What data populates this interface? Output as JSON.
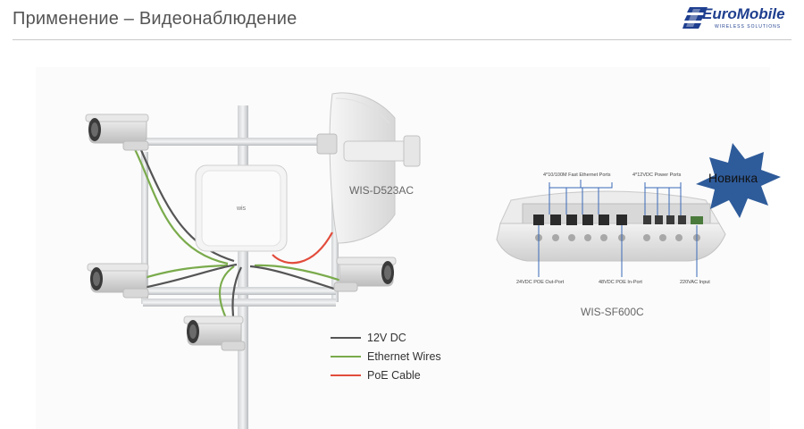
{
  "header": {
    "title": "Применение – Видеонаблюдение",
    "logo_text": "EuroMobile",
    "logo_sub": "WIRELESS SOLUTIONS"
  },
  "devices": {
    "antenna_label": "WIS-D523AC",
    "switch_label": "WIS-SF600C",
    "new_badge": "Новинка",
    "switch_logo": "wis"
  },
  "ports": {
    "fast_ethernet": "4*10/100M Fast Ethernet Ports",
    "power_ports": "4*12VDC Power Ports",
    "poe_out": "24VDC POE Out-Port",
    "poe_in": "48VDC POE In-Port",
    "ac_input": "220VAC Input"
  },
  "legend": {
    "items": [
      {
        "label": "12V DC",
        "color": "#555555"
      },
      {
        "label": "Ethernet Wires",
        "color": "#7aab4c"
      },
      {
        "label": "PoE Cable",
        "color": "#e24c3c"
      }
    ]
  },
  "colors": {
    "badge_fill": "#2e5b9a",
    "wire_dc": "#555555",
    "wire_eth": "#7aab4c",
    "wire_poe": "#e24c3c"
  }
}
